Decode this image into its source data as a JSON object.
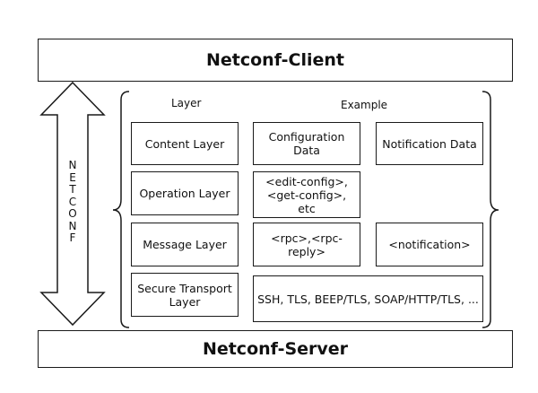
{
  "client": {
    "label": "Netconf-Client"
  },
  "server": {
    "label": "Netconf-Server"
  },
  "protocol": {
    "label": "NETCONF"
  },
  "headers": {
    "layer": "Layer",
    "example": "Example"
  },
  "layers": [
    {
      "name": "Content Layer",
      "examples": [
        "Configuration Data",
        "Notification Data"
      ]
    },
    {
      "name": "Operation Layer",
      "examples": [
        "<edit-config>, <get-config>, etc"
      ]
    },
    {
      "name": "Message Layer",
      "examples": [
        "<rpc>,<rpc-reply>",
        "<notification>"
      ]
    },
    {
      "name": "Secure Transport Layer",
      "examples": [
        "SSH, TLS, BEEP/TLS, SOAP/HTTP/TLS, ..."
      ]
    }
  ]
}
